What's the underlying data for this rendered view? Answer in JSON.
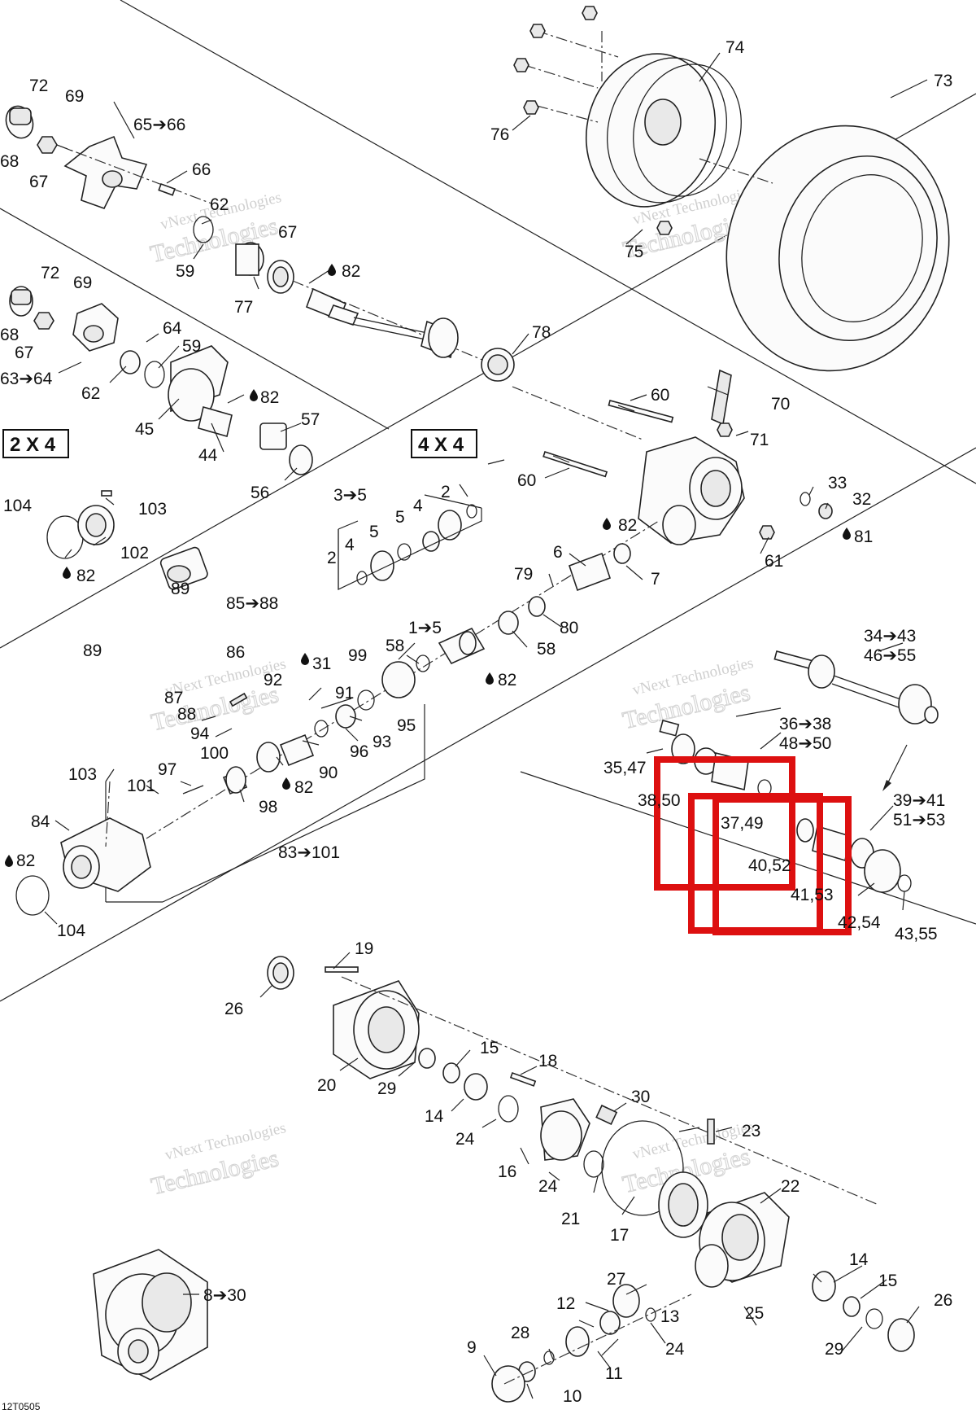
{
  "diagram_code": "12T0505",
  "watermark": {
    "line1": "vNext Technologies",
    "line2": "Technologies"
  },
  "section_labels": {
    "two_by_four": "2 X 4",
    "four_by_four": "4 X 4"
  },
  "callouts": {
    "c72a": "72",
    "c69a": "69",
    "c65_66": "65➔66",
    "c68a": "68",
    "c67a": "67",
    "c66": "66",
    "c62": "62",
    "c67b": "67",
    "c59a": "59",
    "c82a": "82",
    "c77": "77",
    "c74": "74",
    "c73": "73",
    "c76": "76",
    "c75": "75",
    "c72b": "72",
    "c69b": "69",
    "c68b": "68",
    "c67c": "67",
    "c64": "64",
    "c59b": "59",
    "c63_64": "63➔64",
    "c62b": "62",
    "c45": "45",
    "c82b": "82",
    "c44": "44",
    "c57": "57",
    "c56": "56",
    "c78": "78",
    "c60a": "60",
    "c70": "70",
    "c71": "71",
    "c60b": "60",
    "c33": "33",
    "c32": "32",
    "c82c": "82",
    "c81": "81",
    "c61": "61",
    "c104a": "104",
    "c103a": "103",
    "c102": "102",
    "c82d": "82",
    "c3_5": "3➔5",
    "c2a": "2",
    "c4a": "4",
    "c5a": "5",
    "c5b": "5",
    "c4b": "4",
    "c2b": "2",
    "c6": "6",
    "c7": "7",
    "c79": "79",
    "c80": "80",
    "c1_5": "1➔5",
    "c58a": "58",
    "c58b": "58",
    "c82e": "82",
    "c89a": "89",
    "c85_88": "85➔88",
    "c89b": "89",
    "c86": "86",
    "c87": "87",
    "c88": "88",
    "c92": "92",
    "c31": "31",
    "c91": "91",
    "c99": "99",
    "c94": "94",
    "c100": "100",
    "c95": "95",
    "c93": "93",
    "c96": "96",
    "c90": "90",
    "c82f": "82",
    "c98": "98",
    "c103b": "103",
    "c101": "101",
    "c97": "97",
    "c84": "84",
    "c82g": "82",
    "c83_101": "83➔101",
    "c104b": "104",
    "c34_43": "34➔43",
    "c46_55": "46➔55",
    "c36_38": "36➔38",
    "c48_50": "48➔50",
    "c35_47": "35,47",
    "c38_50": "38,50",
    "c37_49": "37,49",
    "c39_41": "39➔41",
    "c51_53": "51➔53",
    "c40_52": "40,52",
    "c41_53": "41,53",
    "c42_54": "42,54",
    "c43_55": "43,55",
    "c19": "19",
    "c26a": "26",
    "c20": "20",
    "c29a": "29",
    "c15a": "15",
    "c18": "18",
    "c14a": "14",
    "c24a": "24",
    "c30": "30",
    "c16": "16",
    "c24b": "24",
    "c23": "23",
    "c22": "22",
    "c21": "21",
    "c17": "17",
    "c8_30": "8➔30",
    "c27": "27",
    "c14b": "14",
    "c15b": "15",
    "c26b": "26",
    "c12": "12",
    "c13": "13",
    "c25": "25",
    "c28": "28",
    "c24c": "24",
    "c9": "9",
    "c11": "11",
    "c10": "10",
    "c29b": "29"
  },
  "highlight_color": "#dd1010"
}
